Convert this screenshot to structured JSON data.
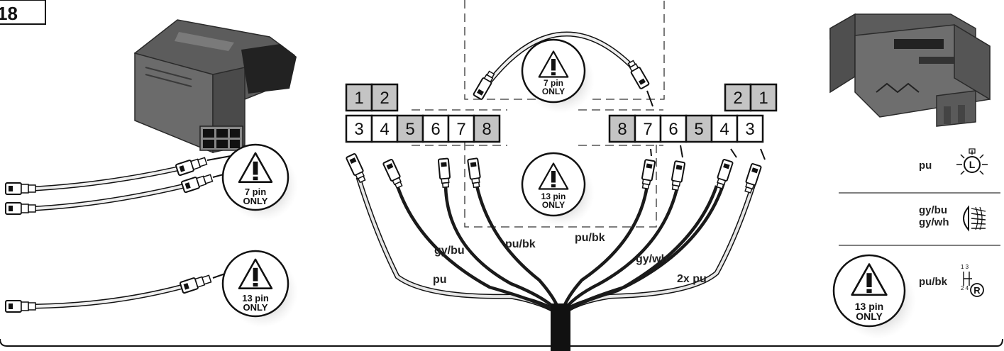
{
  "step_number": "18",
  "colors": {
    "cell_grey": "#c4c4c4",
    "cell_white": "#ffffff",
    "wire_black": "#1a1a1a",
    "wire_light": "#e6e6e6",
    "connector_grey": "#6b6b6b"
  },
  "left_block": {
    "top_row": [
      "1",
      "2"
    ],
    "bottom_row": [
      "3",
      "4",
      "5",
      "6",
      "7",
      "8"
    ]
  },
  "right_block": {
    "top_row": [
      "2",
      "1"
    ],
    "bottom_row": [
      "8",
      "7",
      "6",
      "5",
      "4",
      "3"
    ]
  },
  "warnings": {
    "seven_pin": {
      "line1": "7 pin",
      "line2": "ONLY"
    },
    "thirteen_pin": {
      "line1": "13 pin",
      "line2": "ONLY"
    }
  },
  "wire_labels": {
    "pu": "pu",
    "gy_bu": "gy/bu",
    "pu_bk_left": "pu/bk",
    "pu_bk_right": "pu/bk",
    "gy_wh": "gy/wh",
    "two_pu": "2x pu"
  },
  "legend": {
    "row1": {
      "label": "pu",
      "icon": "parking-light-icon"
    },
    "row2": {
      "label_1": "gy/bu",
      "label_2": "gy/wh",
      "icon": "fog-light-icon"
    },
    "row3": {
      "label": "pu/bk",
      "icon": "reverse-gear-icon"
    }
  }
}
